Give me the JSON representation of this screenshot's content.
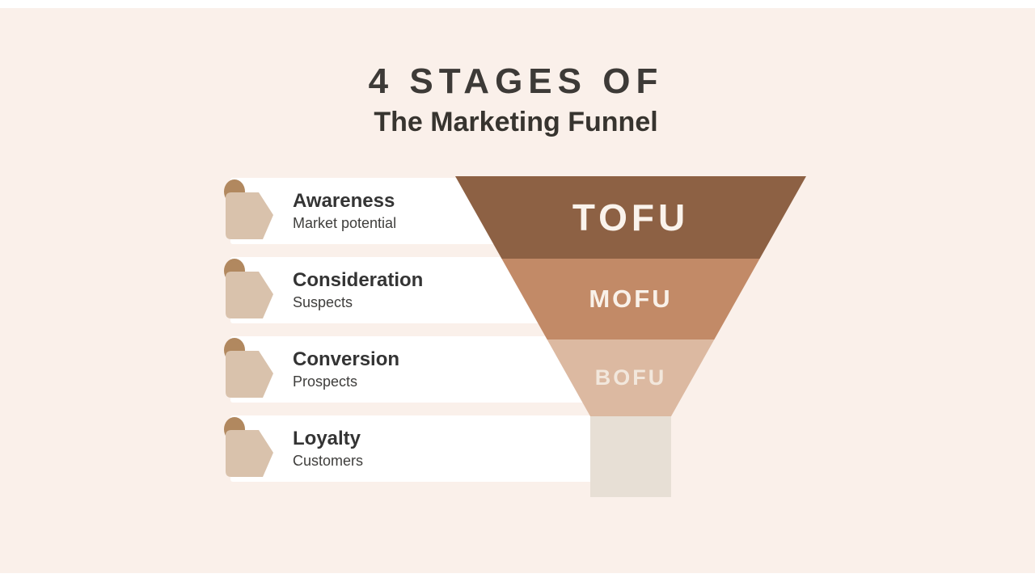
{
  "title": {
    "line1": "4 STAGES OF",
    "line2": "The Marketing Funnel"
  },
  "stages": [
    {
      "name": "Awareness",
      "description": "Market potential"
    },
    {
      "name": "Consideration",
      "description": "Suspects"
    },
    {
      "name": "Conversion",
      "description": "Prospects"
    },
    {
      "name": "Loyalty",
      "description": "Customers"
    }
  ],
  "funnel": {
    "sections": [
      {
        "label": "TOFU",
        "color": "#8d6144",
        "text_color": "#faf3ec"
      },
      {
        "label": "MOFU",
        "color": "#c28a67",
        "text_color": "#f9f1e9"
      },
      {
        "label": "BOFU",
        "color": "#dcb9a1",
        "text_color": "#f2e7dc"
      }
    ],
    "spout_color": "#e7dfd5"
  },
  "colors": {
    "page_background": "#ffffff",
    "canvas_background": "#faf0ea",
    "row_background": "#ffffff",
    "title_color": "#3d3a37",
    "icon_main": "#d9c2ac",
    "icon_fold": "#b1885f"
  }
}
